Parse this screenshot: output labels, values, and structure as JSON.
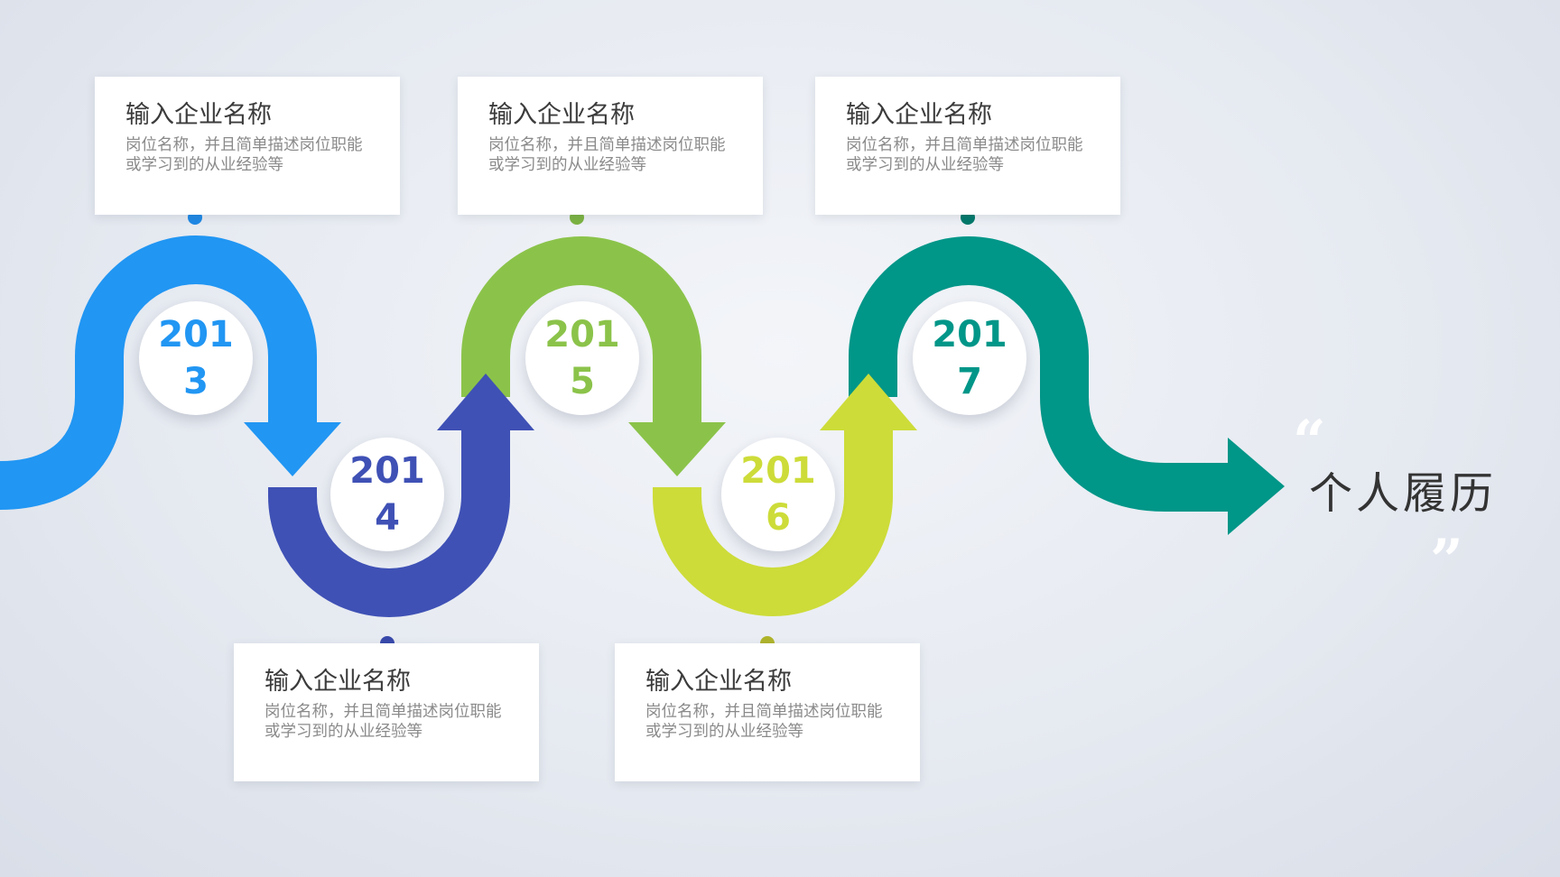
{
  "page": {
    "title": "个人履历",
    "quote_open": "“",
    "quote_close": "”"
  },
  "colors": {
    "blue": "#2196f3",
    "indigo": "#3f51b5",
    "green": "#8bc34a",
    "lime": "#cddc39",
    "teal": "#009688"
  },
  "milestones": [
    {
      "year": "2013",
      "company": "输入企业名称",
      "description": "岗位名称，并且简单描述岗位职能或学习到的从业经验等"
    },
    {
      "year": "2014",
      "company": "输入企业名称",
      "description": "岗位名称，并且简单描述岗位职能或学习到的从业经验等"
    },
    {
      "year": "2015",
      "company": "输入企业名称",
      "description": "岗位名称，并且简单描述岗位职能或学习到的从业经验等"
    },
    {
      "year": "2016",
      "company": "输入企业名称",
      "description": "岗位名称，并且简单描述岗位职能或学习到的从业经验等"
    },
    {
      "year": "2017",
      "company": "输入企业名称",
      "description": "岗位名称，并且简单描述岗位职能或学习到的从业经验等"
    }
  ]
}
